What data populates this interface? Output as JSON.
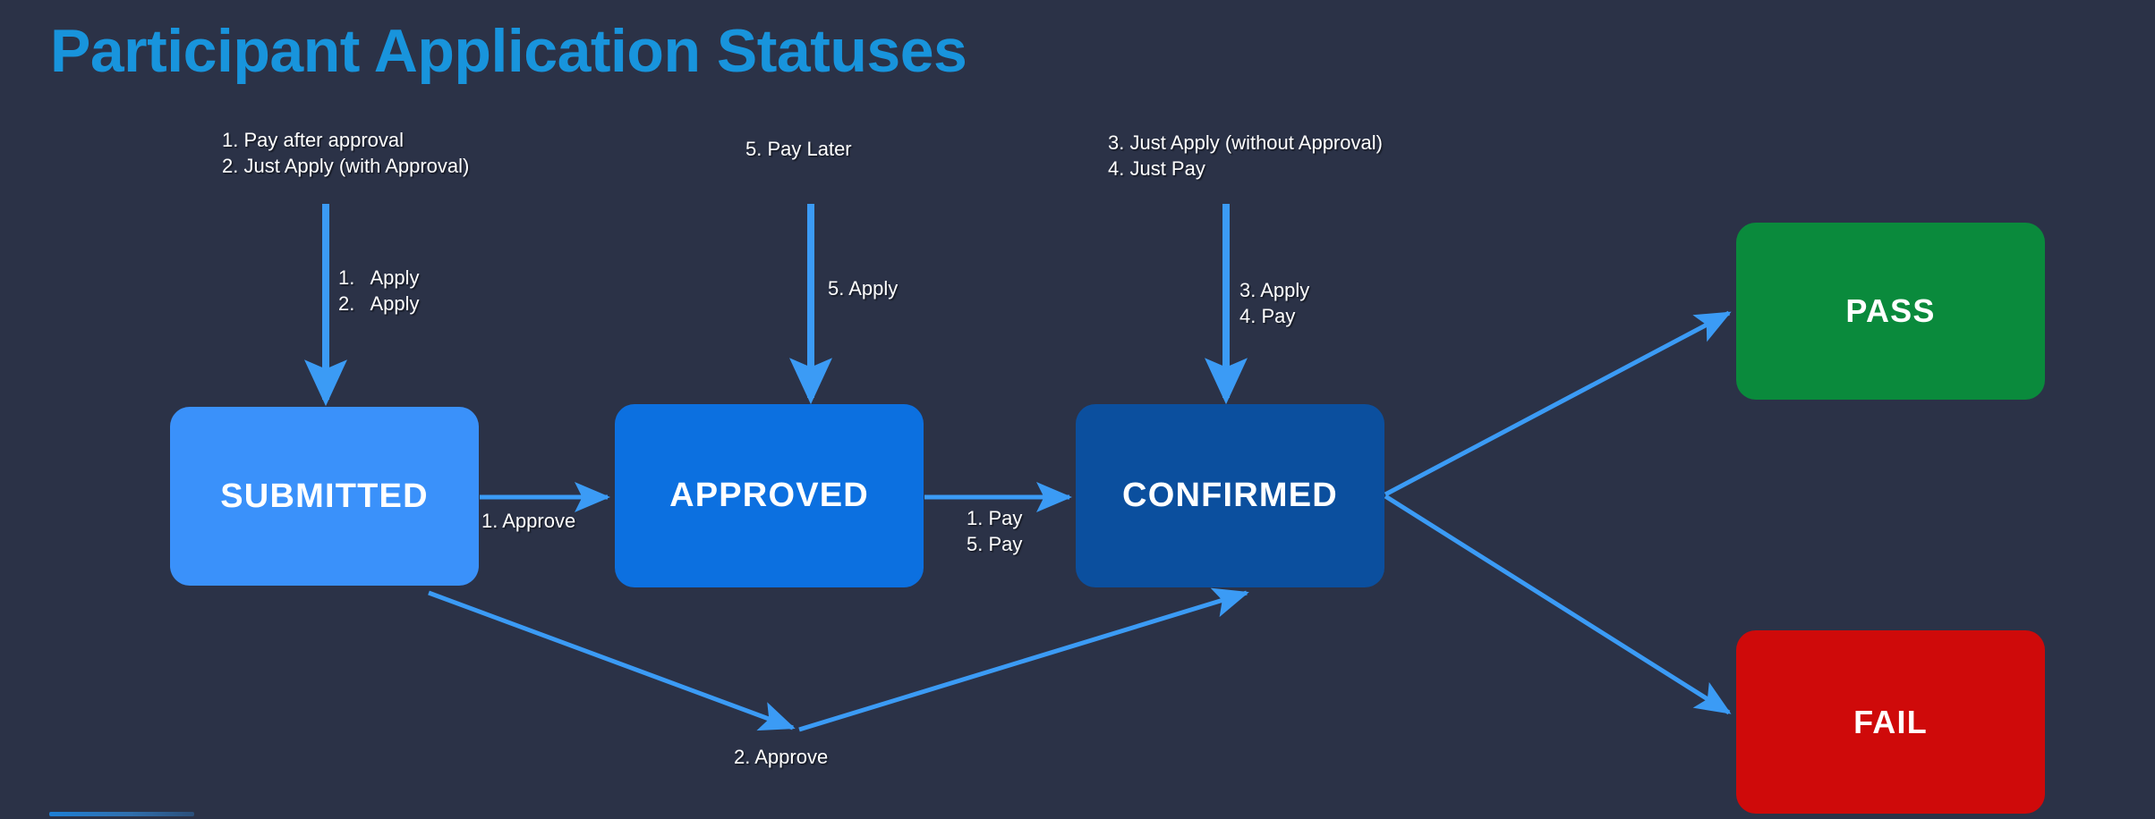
{
  "page": {
    "title": "Participant Application Statuses",
    "background_color": "#2b3247",
    "title_color": "#1894dc",
    "edge_color": "#3b9bf5"
  },
  "nodes": [
    {
      "id": "submitted",
      "label": "SUBMITTED",
      "color": "#3a91fa"
    },
    {
      "id": "approved",
      "label": "APPROVED",
      "color": "#0c70e0"
    },
    {
      "id": "confirmed",
      "label": "CONFIRMED",
      "color": "#0b4f9e"
    },
    {
      "id": "pass",
      "label": "PASS",
      "color": "#0a8a3c"
    },
    {
      "id": "fail",
      "label": "FAIL",
      "color": "#cf0a0a"
    }
  ],
  "entry_annotations": [
    {
      "target": "submitted",
      "scenario_text": "1. Pay after approval\n2. Just Apply (with Approval)",
      "action_text": "1.   Apply\n2.   Apply"
    },
    {
      "target": "approved",
      "scenario_text": "5. Pay Later",
      "action_text": "5. Apply"
    },
    {
      "target": "confirmed",
      "scenario_text": "3. Just Apply (without Approval)\n4. Just Pay",
      "action_text": "3. Apply\n4. Pay"
    }
  ],
  "transitions": [
    {
      "id": "submitted-to-approved",
      "from": "submitted",
      "to": "approved",
      "label": "1. Approve"
    },
    {
      "id": "approved-to-confirmed",
      "from": "approved",
      "to": "confirmed",
      "label": "1. Pay\n5. Pay"
    },
    {
      "id": "submitted-to-confirmed",
      "from": "submitted",
      "to": "confirmed",
      "label": "2. Approve"
    },
    {
      "id": "confirmed-to-pass",
      "from": "confirmed",
      "to": "pass",
      "label": ""
    },
    {
      "id": "confirmed-to-fail",
      "from": "confirmed",
      "to": "fail",
      "label": ""
    }
  ]
}
